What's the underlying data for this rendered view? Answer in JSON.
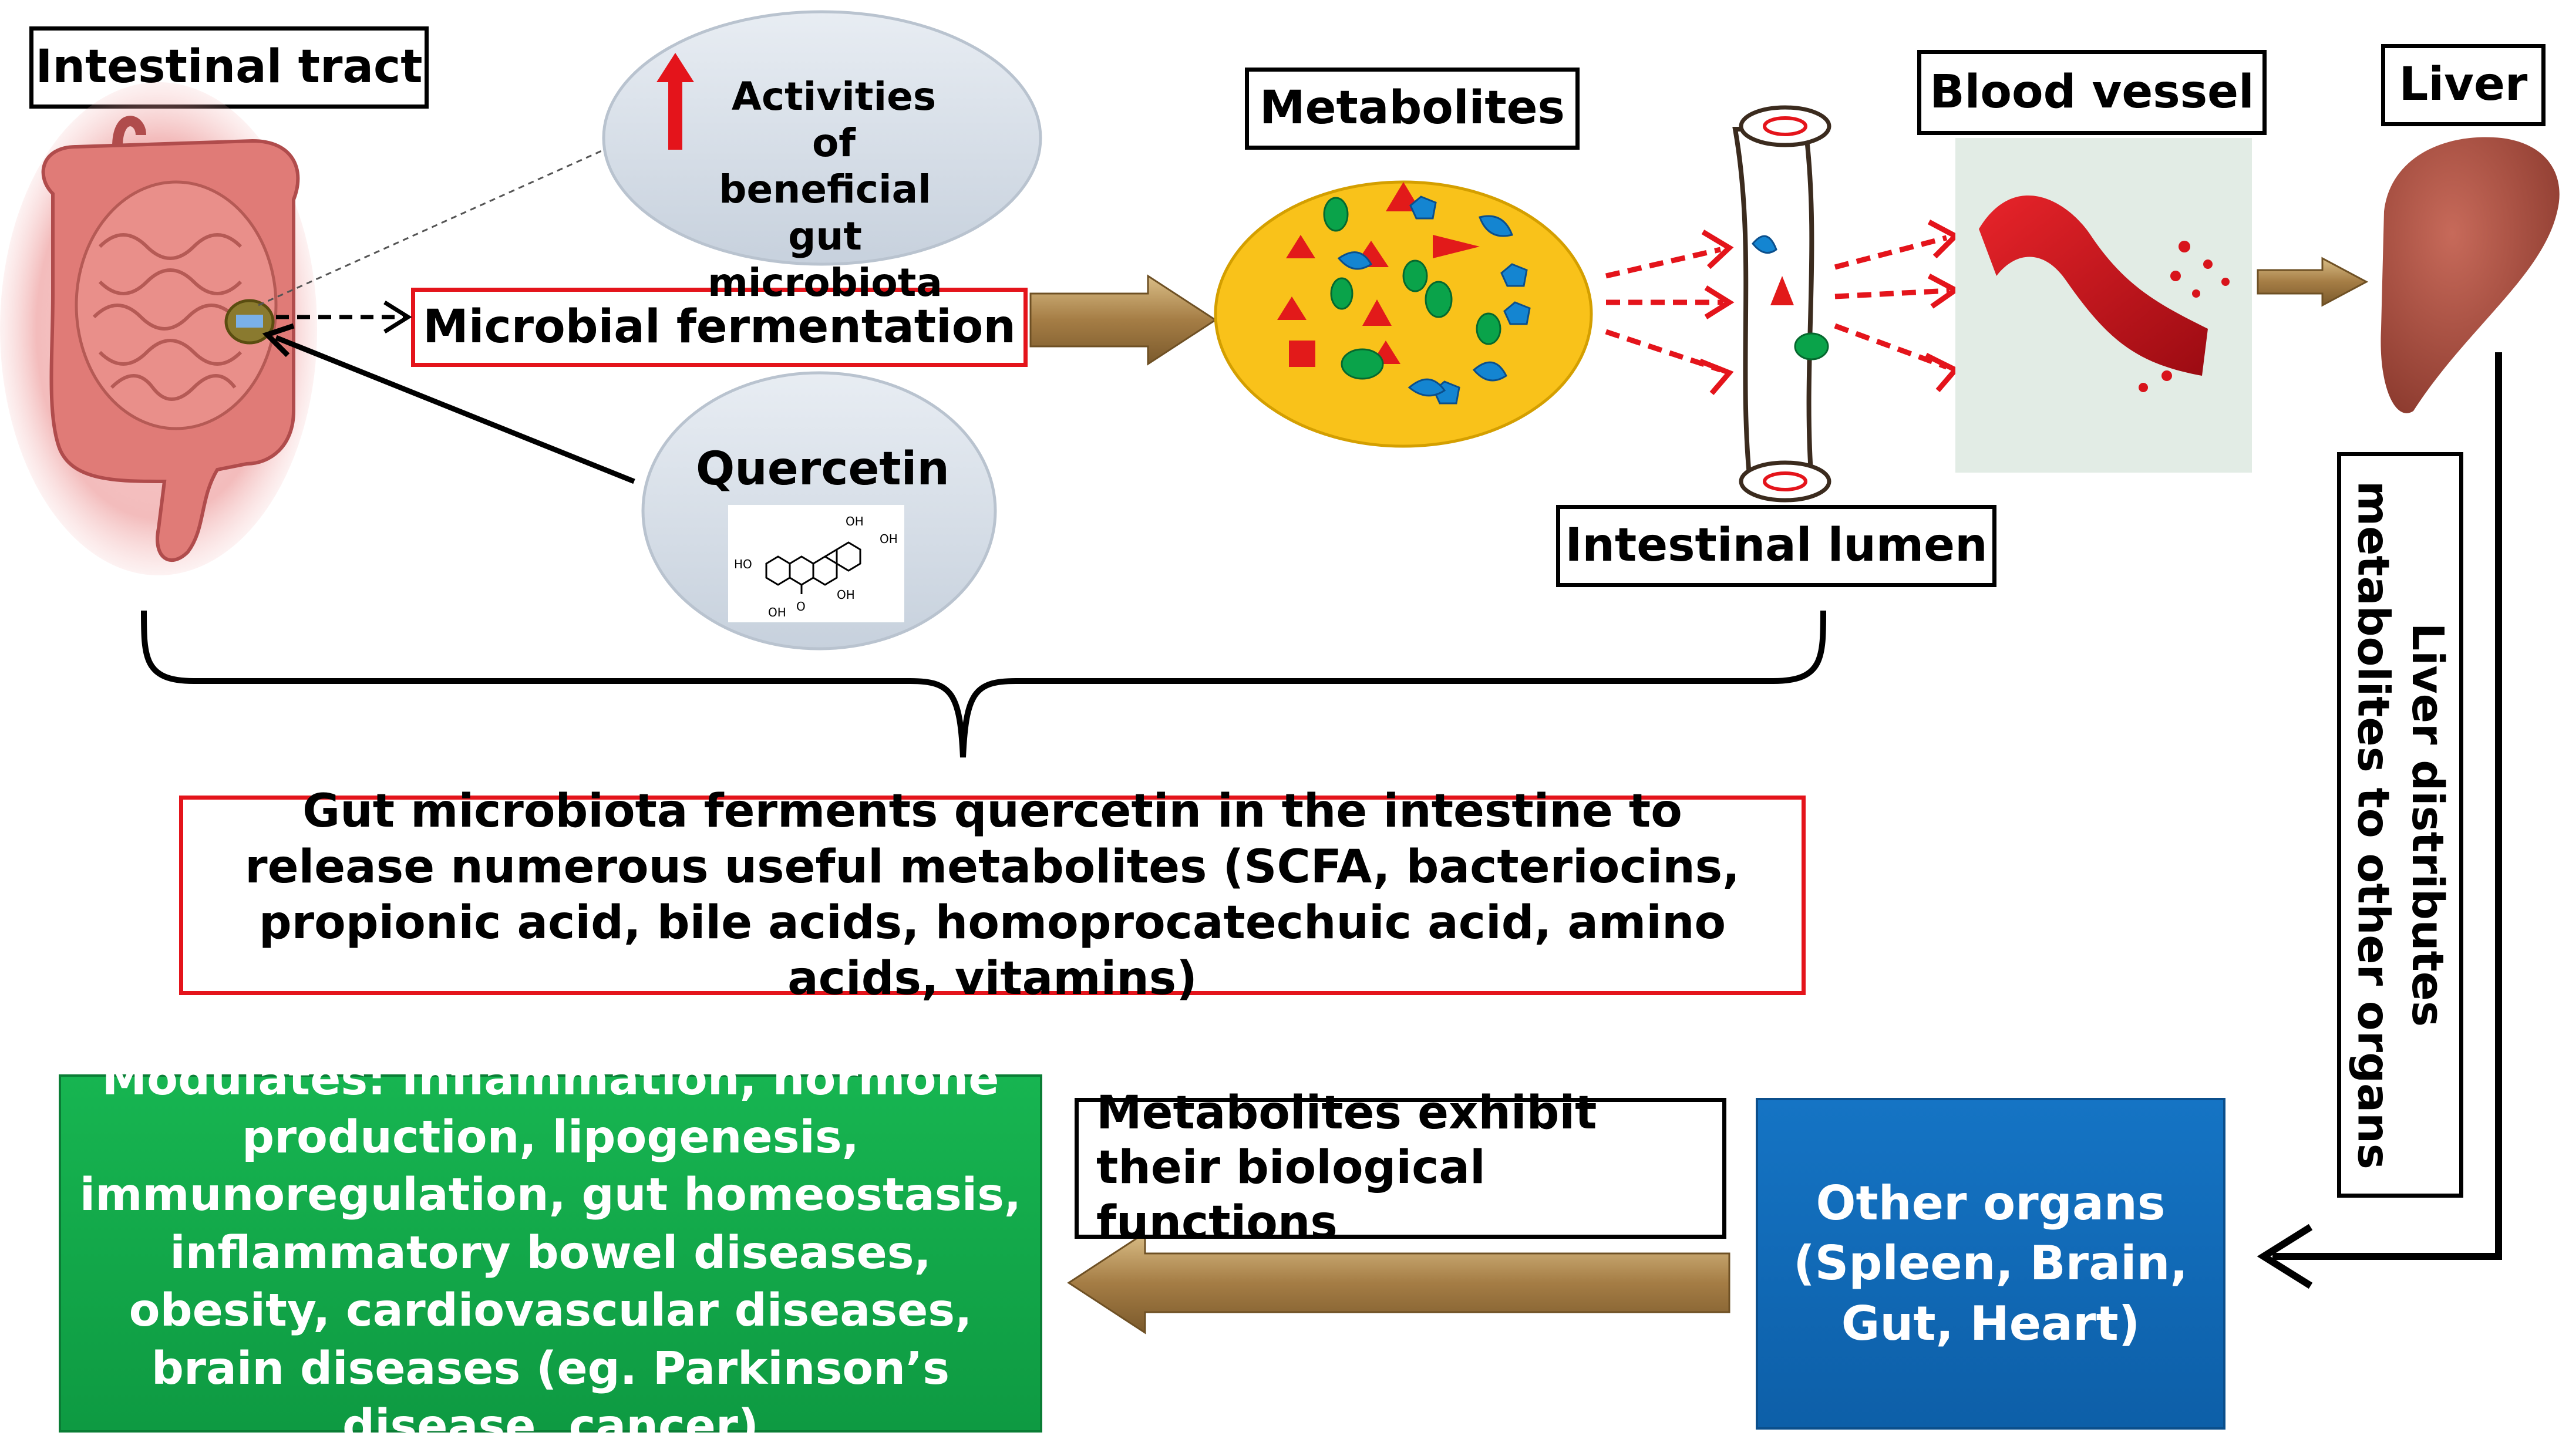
{
  "labels": {
    "intestinal_tract": "Intestinal tract",
    "activities_line1": "Activities of",
    "activities_line2": "beneficial",
    "activities_line3": "gut",
    "activities_line4": "microbiota",
    "microbial_fermentation": "Microbial fermentation",
    "quercetin": "Quercetin",
    "metabolites": "Metabolites",
    "blood_vessel": "Blood vessel",
    "liver": "Liver",
    "intestinal_lumen": "Intestinal lumen",
    "liver_distributes": "Liver distributes metabolites to other organs",
    "gut_microbiota_summary": "Gut microbiota ferments quercetin in the intestine to release numerous useful metabolites (SCFA, bacteriocins, propionic acid, bile acids, homoprocatechuic acid, amino acids, vitamins)",
    "modulates": "Modulates: Inflammation, hormone production, lipogenesis, immunoregulation, gut homeostasis, inflammatory bowel diseases, obesity, cardiovascular diseases, brain diseases (eg. Parkinson’s disease, cancer)",
    "metabolites_exhibit": "Metabolites exhibit their biological functions",
    "other_organs": "Other organs (Spleen, Brain, Gut, Heart)"
  },
  "molecule_labels": {
    "oh_top1": "OH",
    "oh_top2": "OH",
    "ho_left": "HO",
    "oh_right": "OH",
    "oh_bottom": "OH",
    "o_keto": "O"
  },
  "colors": {
    "red_border": "#e4141b",
    "green": "#12a84a",
    "blue": "#1169b7",
    "gold_arrow": "#b8935a",
    "metabolite_yellow": "#f9c21a"
  }
}
